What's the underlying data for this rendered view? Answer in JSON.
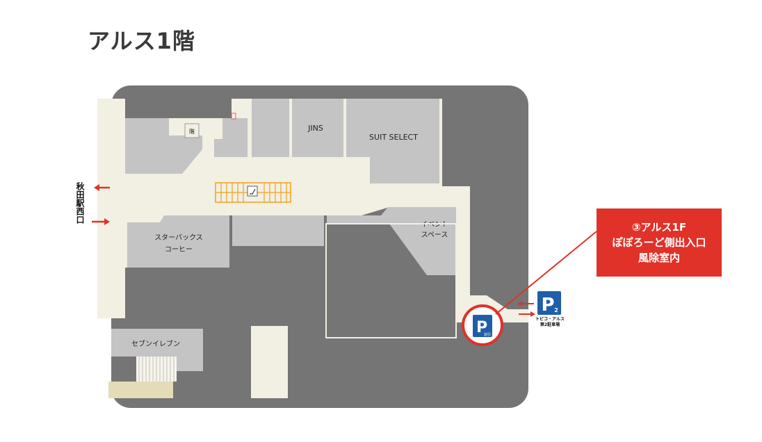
{
  "page": {
    "title": "アルス1階"
  },
  "stores": {
    "jins": "JINS",
    "suit_select": "SUIT SELECT",
    "starbucks_line1": "スターバックス",
    "starbucks_line2": "コーヒー",
    "event_line1": "イベント",
    "event_line2": "スペース",
    "seven_eleven": "セブンイレブン"
  },
  "signs": {
    "west_exit_label": "秋田駅西口",
    "parking_p2_letter": "P",
    "parking_p2_number": "2",
    "parking_p2_caption_line1": "トピコ・アルス",
    "parking_p2_caption_line2": "第2駐車場",
    "parking_p_letter": "P",
    "parking_p_sub": "割引",
    "stair_symbol": "階",
    "escalator_symbol": "ES"
  },
  "callout": {
    "line1": "③アルス1F",
    "line2": "ぽぽろーど側出入口",
    "line3": "風除室内"
  },
  "colors": {
    "building": "#757575",
    "corridor": "#f2efe3",
    "store": "#c4c4c4",
    "accent_red": "#e03229",
    "parking_blue": "#1f5ea8",
    "escalator": "#f0a020",
    "staircase_base": "#e4dcb7"
  }
}
